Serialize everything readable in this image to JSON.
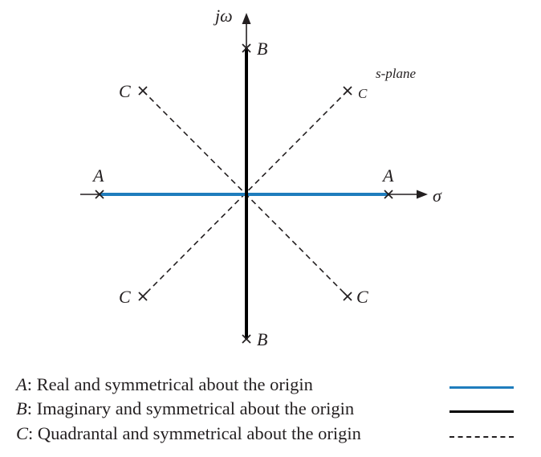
{
  "diagram": {
    "axis_imag_label": "jω",
    "axis_real_label": "σ",
    "plane_label": "s-plane",
    "points": {
      "A_left": "A",
      "A_right": "A",
      "B_top": "B",
      "B_bottom": "B",
      "C_upper_left": "C",
      "C_upper_right": "C",
      "C_lower_left": "C",
      "C_lower_right": "C"
    },
    "colors": {
      "real": "#1f7dbd",
      "imag": "#000000",
      "quadrantal": "#231f20"
    }
  },
  "legend": [
    {
      "key": "A",
      "text": ": Real and symmetrical about the origin",
      "style": "solid-blue"
    },
    {
      "key": "B",
      "text": ": Imaginary and symmetrical about the origin",
      "style": "solid-black"
    },
    {
      "key": "C",
      "text": ": Quadrantal and symmetrical about the origin",
      "style": "dashed"
    }
  ]
}
